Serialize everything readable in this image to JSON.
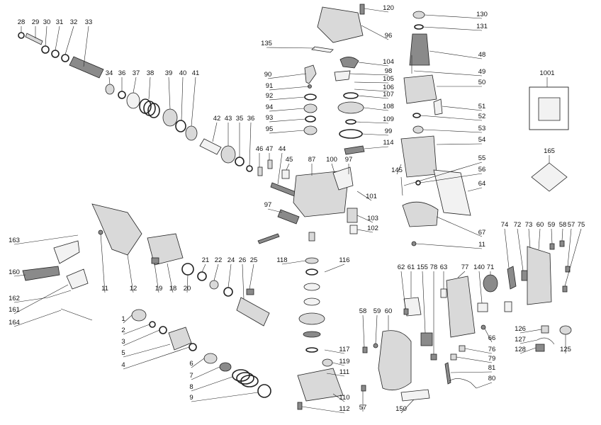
{
  "callouts": [
    {
      "id": "c28",
      "label": "28"
    },
    {
      "id": "c29",
      "label": "29"
    },
    {
      "id": "c30",
      "label": "30"
    },
    {
      "id": "c31",
      "label": "31"
    },
    {
      "id": "c32",
      "label": "32"
    },
    {
      "id": "c33",
      "label": "33"
    },
    {
      "id": "c34",
      "label": "34"
    },
    {
      "id": "c36a",
      "label": "36"
    },
    {
      "id": "c37",
      "label": "37"
    },
    {
      "id": "c38",
      "label": "38"
    },
    {
      "id": "c39",
      "label": "39"
    },
    {
      "id": "c40",
      "label": "40"
    },
    {
      "id": "c41",
      "label": "41"
    },
    {
      "id": "c42",
      "label": "42"
    },
    {
      "id": "c43",
      "label": "43"
    },
    {
      "id": "c35",
      "label": "35"
    },
    {
      "id": "c36b",
      "label": "36"
    },
    {
      "id": "c46",
      "label": "46"
    },
    {
      "id": "c47",
      "label": "47"
    },
    {
      "id": "c44",
      "label": "44"
    },
    {
      "id": "c45",
      "label": "45"
    },
    {
      "id": "c87",
      "label": "87"
    },
    {
      "id": "c100",
      "label": "100"
    },
    {
      "id": "c97a",
      "label": "97"
    },
    {
      "id": "c97b",
      "label": "97"
    },
    {
      "id": "c101",
      "label": "101"
    },
    {
      "id": "c103",
      "label": "103"
    },
    {
      "id": "c102",
      "label": "102"
    },
    {
      "id": "c120",
      "label": "120"
    },
    {
      "id": "c96",
      "label": "96"
    },
    {
      "id": "c135",
      "label": "135"
    },
    {
      "id": "c104",
      "label": "104"
    },
    {
      "id": "c90",
      "label": "90"
    },
    {
      "id": "c98",
      "label": "98"
    },
    {
      "id": "c105",
      "label": "105"
    },
    {
      "id": "c91",
      "label": "91"
    },
    {
      "id": "c106",
      "label": "106"
    },
    {
      "id": "c92",
      "label": "92"
    },
    {
      "id": "c107",
      "label": "107"
    },
    {
      "id": "c94",
      "label": "94"
    },
    {
      "id": "c108",
      "label": "108"
    },
    {
      "id": "c93",
      "label": "93"
    },
    {
      "id": "c109",
      "label": "109"
    },
    {
      "id": "c95",
      "label": "95"
    },
    {
      "id": "c99",
      "label": "99"
    },
    {
      "id": "c114",
      "label": "114"
    },
    {
      "id": "c130",
      "label": "130"
    },
    {
      "id": "c131",
      "label": "131"
    },
    {
      "id": "c48",
      "label": "48"
    },
    {
      "id": "c49",
      "label": "49"
    },
    {
      "id": "c50",
      "label": "50"
    },
    {
      "id": "c51",
      "label": "51"
    },
    {
      "id": "c52",
      "label": "52"
    },
    {
      "id": "c53",
      "label": "53"
    },
    {
      "id": "c54",
      "label": "54"
    },
    {
      "id": "c55",
      "label": "55"
    },
    {
      "id": "c56",
      "label": "56"
    },
    {
      "id": "c145",
      "label": "145"
    },
    {
      "id": "c64",
      "label": "64"
    },
    {
      "id": "c67",
      "label": "67"
    },
    {
      "id": "c11a",
      "label": "11"
    },
    {
      "id": "c1001",
      "label": "1001"
    },
    {
      "id": "c165",
      "label": "165"
    },
    {
      "id": "c163",
      "label": "163"
    },
    {
      "id": "c160",
      "label": "160"
    },
    {
      "id": "c162",
      "label": "162"
    },
    {
      "id": "c161",
      "label": "161"
    },
    {
      "id": "c164",
      "label": "164"
    },
    {
      "id": "c11b",
      "label": "11"
    },
    {
      "id": "c12",
      "label": "12"
    },
    {
      "id": "c19",
      "label": "19"
    },
    {
      "id": "c18",
      "label": "18"
    },
    {
      "id": "c20",
      "label": "20"
    },
    {
      "id": "c21",
      "label": "21"
    },
    {
      "id": "c22",
      "label": "22"
    },
    {
      "id": "c24",
      "label": "24"
    },
    {
      "id": "c26",
      "label": "26"
    },
    {
      "id": "c25",
      "label": "25"
    },
    {
      "id": "c118",
      "label": "118"
    },
    {
      "id": "c116",
      "label": "116"
    },
    {
      "id": "c117",
      "label": "117"
    },
    {
      "id": "c119",
      "label": "119"
    },
    {
      "id": "c111",
      "label": "111"
    },
    {
      "id": "c110",
      "label": "110"
    },
    {
      "id": "c112",
      "label": "112"
    },
    {
      "id": "c1",
      "label": "1"
    },
    {
      "id": "c2",
      "label": "2"
    },
    {
      "id": "c3",
      "label": "3"
    },
    {
      "id": "c5",
      "label": "5"
    },
    {
      "id": "c4",
      "label": "4"
    },
    {
      "id": "c6",
      "label": "6"
    },
    {
      "id": "c7",
      "label": "7"
    },
    {
      "id": "c8",
      "label": "8"
    },
    {
      "id": "c9",
      "label": "9"
    },
    {
      "id": "c62",
      "label": "62"
    },
    {
      "id": "c61",
      "label": "61"
    },
    {
      "id": "c155",
      "label": "155"
    },
    {
      "id": "c63",
      "label": "63"
    },
    {
      "id": "c58a",
      "label": "58"
    },
    {
      "id": "c59a",
      "label": "59"
    },
    {
      "id": "c60a",
      "label": "60"
    },
    {
      "id": "c57a",
      "label": "57"
    },
    {
      "id": "c150",
      "label": "150"
    },
    {
      "id": "c78",
      "label": "78"
    },
    {
      "id": "c77",
      "label": "77"
    },
    {
      "id": "c140",
      "label": "140"
    },
    {
      "id": "c71",
      "label": "71"
    },
    {
      "id": "c66",
      "label": "66"
    },
    {
      "id": "c76",
      "label": "76"
    },
    {
      "id": "c79",
      "label": "79"
    },
    {
      "id": "c81",
      "label": "81"
    },
    {
      "id": "c80",
      "label": "80"
    },
    {
      "id": "c74",
      "label": "74"
    },
    {
      "id": "c72",
      "label": "72"
    },
    {
      "id": "c73",
      "label": "73"
    },
    {
      "id": "c60b",
      "label": "60"
    },
    {
      "id": "c59b",
      "label": "59"
    },
    {
      "id": "c58b",
      "label": "58"
    },
    {
      "id": "c57b",
      "label": "57"
    },
    {
      "id": "c75",
      "label": "75"
    },
    {
      "id": "c126",
      "label": "126"
    },
    {
      "id": "c127",
      "label": "127"
    },
    {
      "id": "c128",
      "label": "128"
    },
    {
      "id": "c125",
      "label": "125"
    }
  ]
}
